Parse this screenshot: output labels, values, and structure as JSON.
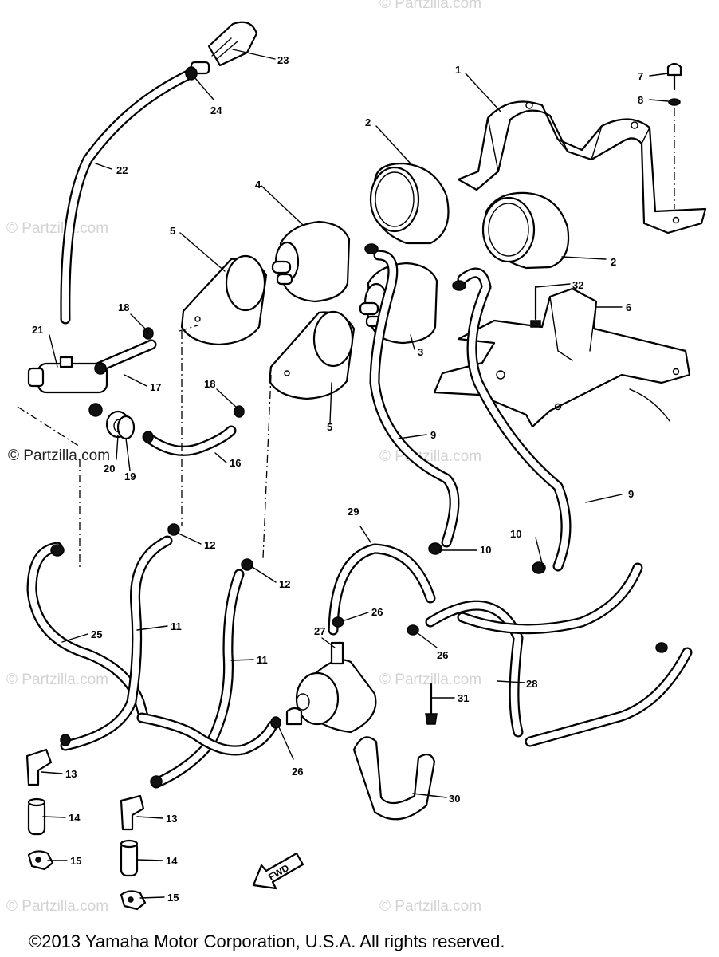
{
  "watermarks": {
    "site": "© Partzilla.com",
    "site_short": "© Partzilla.com",
    "site_dark": "© Partzilla.com"
  },
  "copyright": "©2013 Yamaha Motor Corporation, U.S.A. All rights reserved.",
  "arrow_text": "FWD",
  "callouts": {
    "c1": "1",
    "c2a": "2",
    "c2b": "2",
    "c3": "3",
    "c4": "4",
    "c5a": "5",
    "c5b": "5",
    "c6": "6",
    "c7": "7",
    "c8": "8",
    "c9a": "9",
    "c9b": "9",
    "c10a": "10",
    "c10b": "10",
    "c11a": "11",
    "c11b": "11",
    "c12a": "12",
    "c12b": "12",
    "c13a": "13",
    "c13b": "13",
    "c14a": "14",
    "c14b": "14",
    "c15a": "15",
    "c15b": "15",
    "c16": "16",
    "c17": "17",
    "c18a": "18",
    "c18b": "18",
    "c19": "19",
    "c20": "20",
    "c21": "21",
    "c22": "22",
    "c23": "23",
    "c24": "24",
    "c25": "25",
    "c26a": "26",
    "c26b": "26",
    "c26c": "26",
    "c27": "27",
    "c28": "28",
    "c29": "29",
    "c30": "30",
    "c31": "31",
    "c32": "32"
  }
}
